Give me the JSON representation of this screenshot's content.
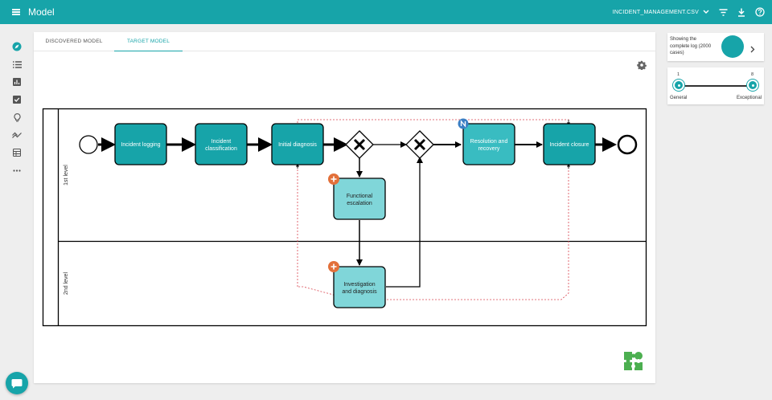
{
  "header": {
    "app_title": "Model",
    "file_name": "INCIDENT_MANAGEMENT.CSV"
  },
  "tabs": [
    {
      "label": "DISCOVERED MODEL",
      "active": false
    },
    {
      "label": "TARGET MODEL",
      "active": true
    }
  ],
  "rail": {
    "items": [
      "compass-icon",
      "list-icon",
      "bar-chart-icon",
      "checklist-icon",
      "lightbulb-icon",
      "trend-icon",
      "table-icon",
      "more-icon"
    ]
  },
  "log_card": {
    "text": "Showing the complete log (2000 cases)"
  },
  "slider": {
    "min_value": "1",
    "max_value": "8",
    "left_label": "General",
    "right_label": "Exceptional"
  },
  "diagram": {
    "lanes": [
      "1st level",
      "2nd level"
    ],
    "tasks": {
      "incident_logging": "Incident logging",
      "incident_classification": [
        "Incident",
        "classification"
      ],
      "initial_diagnosis": "Initial diagnosis",
      "resolution_recovery": [
        "Resolution and",
        "recovery"
      ],
      "incident_closure": "Incident closure",
      "functional_escalation": [
        "Functional",
        "escalation"
      ],
      "investigation_diagnosis": [
        "Investigation",
        "and diagnosis"
      ]
    }
  },
  "colors": {
    "accent": "#17a4a9",
    "task_dark": "#17a4a9",
    "task_light": "#39bcc1",
    "task_pale": "#80d6d9",
    "badge_orange": "#e2703a",
    "badge_blue": "#3b7fc4",
    "selection_red": "#d9434e",
    "logo_green": "#4caf50"
  }
}
